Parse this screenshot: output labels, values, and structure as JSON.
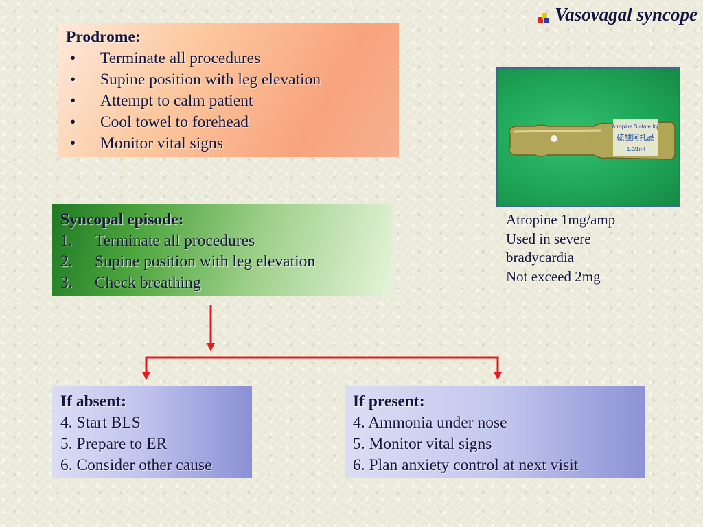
{
  "title": {
    "text": "Vasovagal syncope",
    "icon": "slide-bullet-icon"
  },
  "prodrome": {
    "heading": "Prodrome:",
    "bullet": "•",
    "items": [
      "Terminate all procedures",
      "Supine position with leg elevation",
      "Attempt to calm patient",
      "Cool towel to forehead",
      "Monitor vital signs"
    ]
  },
  "syncopal": {
    "heading": "Syncopal episode:",
    "items": [
      {
        "num": "1.",
        "text": "Terminate all procedures"
      },
      {
        "num": "2.",
        "text": "Supine position with leg elevation"
      },
      {
        "num": "3.",
        "text": "Check breathing"
      }
    ]
  },
  "absent": {
    "heading": "If absent:",
    "lines": [
      "4. Start BLS",
      "5. Prepare to ER",
      "6. Consider other cause"
    ]
  },
  "present": {
    "heading": "If present:",
    "lines": [
      "4. Ammonia under nose",
      "5. Monitor vital signs",
      "6. Plan anxiety control at next visit"
    ]
  },
  "photo": {
    "subject": "atropine-ampoule-photo",
    "label_line1": "Atropine Sulfate Inj.",
    "label_line2": "硫酸阿托品",
    "label_line3": "1.0/1ml"
  },
  "caption": {
    "lines": [
      "Atropine 1mg/amp",
      "Used in severe",
      "bradycardia",
      "Not exceed 2mg"
    ]
  },
  "colors": {
    "arrow": "#e8191e",
    "text": "#14143c"
  }
}
